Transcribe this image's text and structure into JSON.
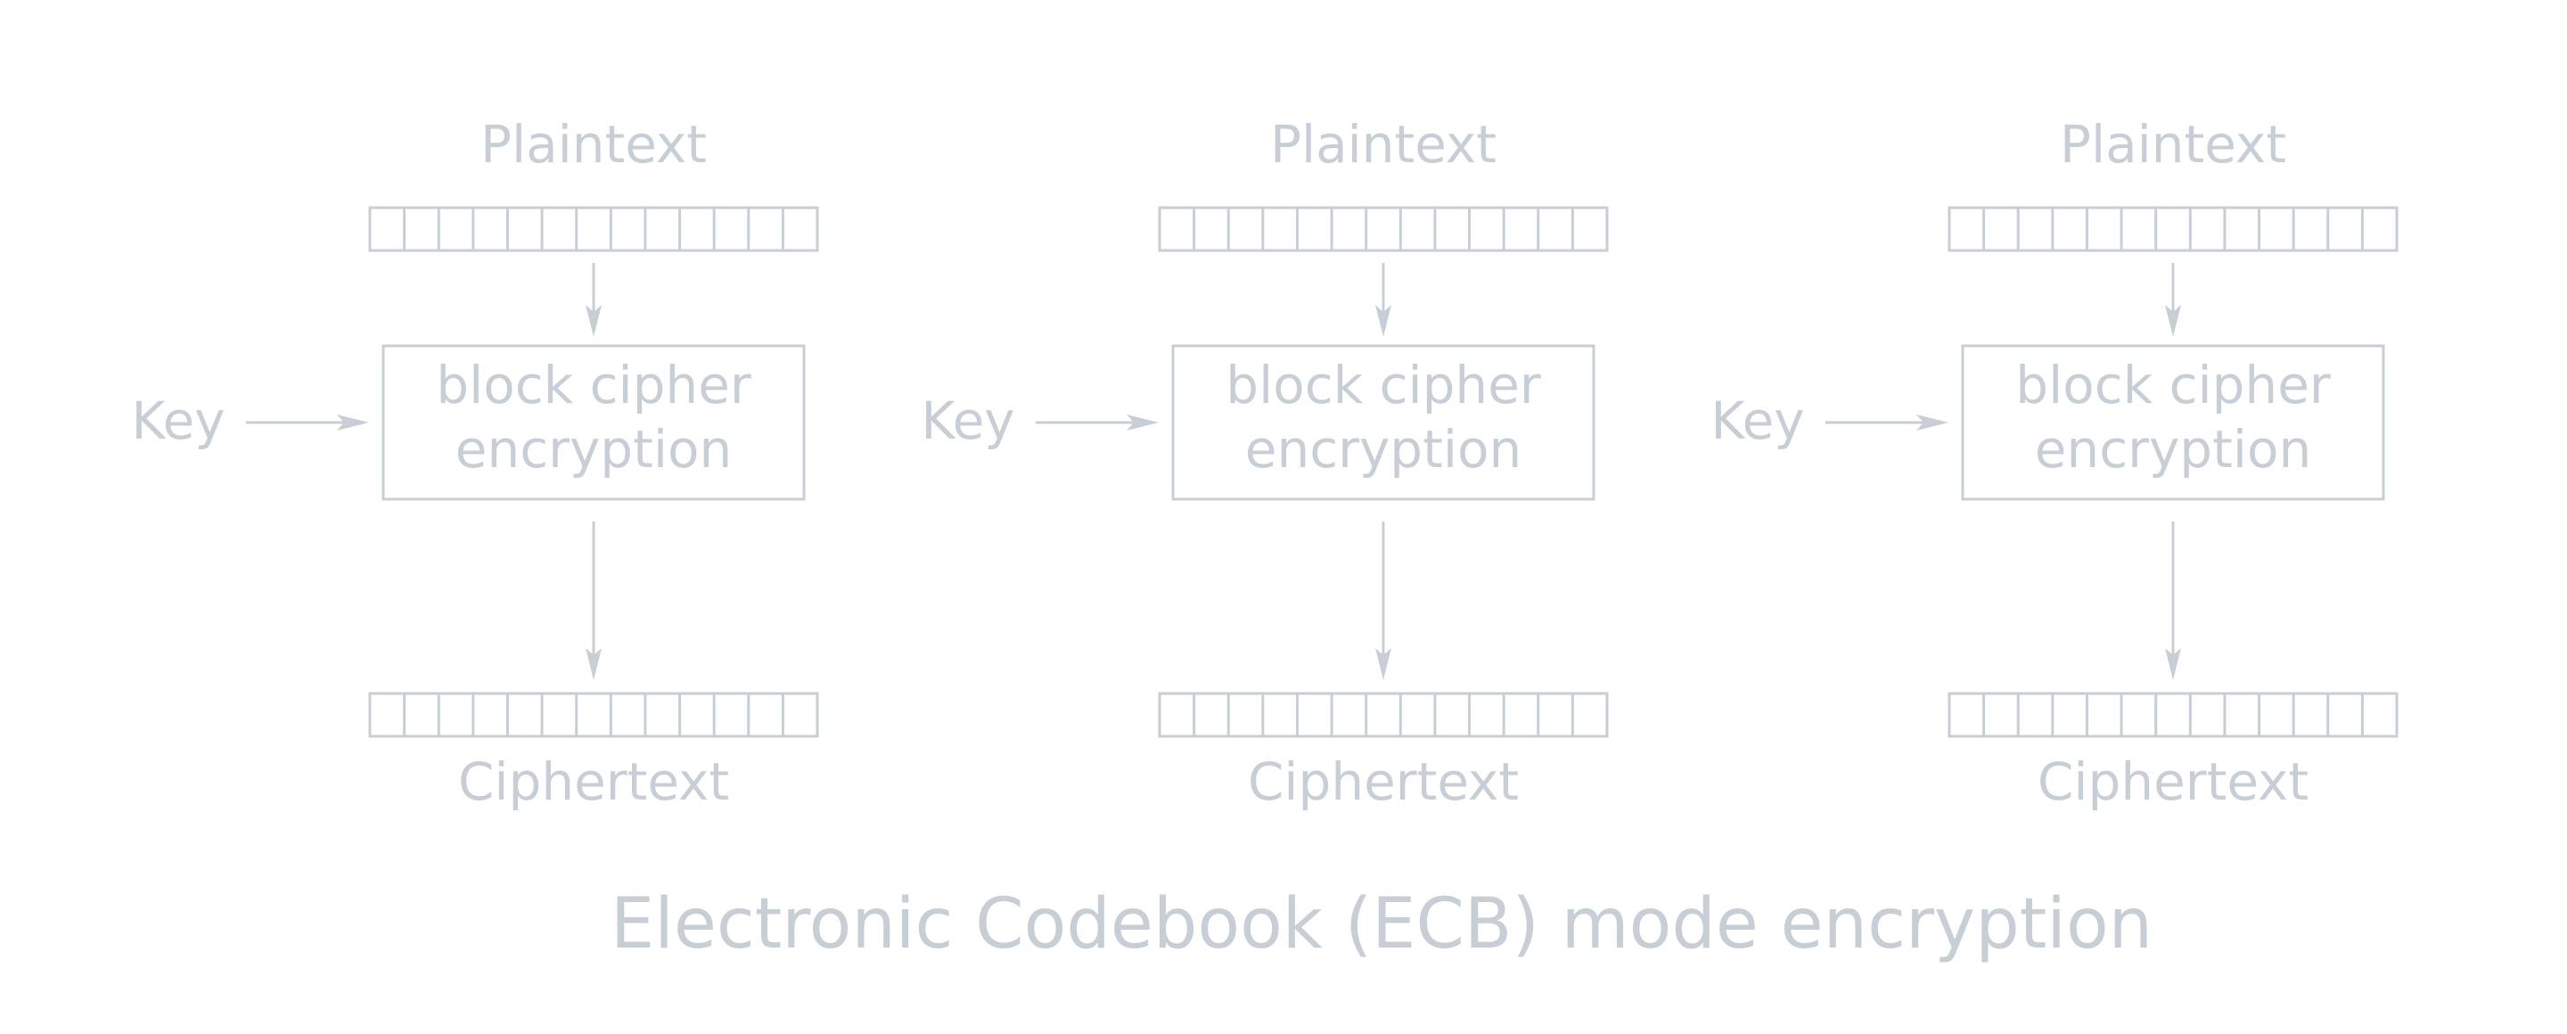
{
  "diagram": {
    "title": "Electronic Codebook (ECB) mode encryption",
    "line_color": "#c8ced6",
    "text_color": "#c8ced6",
    "background": "#ffffff",
    "block_cells": 13,
    "stages": [
      {
        "plaintext_label": "Plaintext",
        "cipher_line1": "block cipher",
        "cipher_line2": "encryption",
        "key_label": "Key",
        "ciphertext_label": "Ciphertext"
      },
      {
        "plaintext_label": "Plaintext",
        "cipher_line1": "block cipher",
        "cipher_line2": "encryption",
        "key_label": "Key",
        "ciphertext_label": "Ciphertext"
      },
      {
        "plaintext_label": "Plaintext",
        "cipher_line1": "block cipher",
        "cipher_line2": "encryption",
        "key_label": "Key",
        "ciphertext_label": "Ciphertext"
      }
    ]
  }
}
